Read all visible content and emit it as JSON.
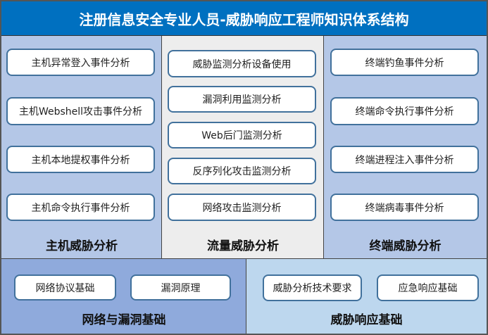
{
  "title": "注册信息安全专业人员-威胁响应工程师知识体系结构",
  "host": {
    "label": "主机威胁分析",
    "items": [
      "主机异常登入事件分析",
      "主机Webshell攻击事件分析",
      "主机本地提权事件分析",
      "主机命令执行事件分析"
    ]
  },
  "traffic": {
    "label": "流量威胁分析",
    "items": [
      "威胁监测分析设备使用",
      "漏洞利用监测分析",
      "Web后门监测分析",
      "反序列化攻击监测分析",
      "网络攻击监测分析"
    ]
  },
  "endpoint": {
    "label": "终端威胁分析",
    "items": [
      "终端钓鱼事件分析",
      "终端命令执行事件分析",
      "终端进程注入事件分析",
      "终端病毒事件分析"
    ]
  },
  "network": {
    "label": "网络与漏洞基础",
    "items": [
      "网络协议基础",
      "漏洞原理"
    ]
  },
  "response": {
    "label": "威胁响应基础",
    "items": [
      "威胁分析技术要求",
      "应急响应基础"
    ]
  }
}
